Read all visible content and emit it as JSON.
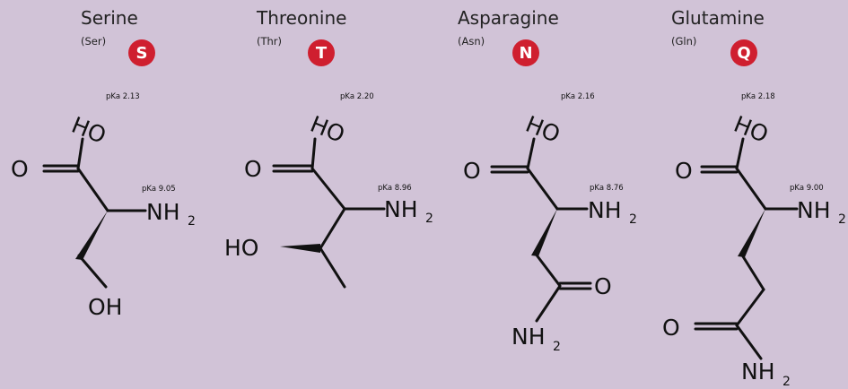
{
  "amino_acids": [
    {
      "name": "Serine",
      "abbreviation": "(Ser)",
      "letter": "S",
      "pka_carboxyl": "pKa 2.13",
      "pka_amino": "pKa 9.05",
      "side_chain_group": "OH"
    },
    {
      "name": "Threonine",
      "abbreviation": "(Thr)",
      "letter": "T",
      "pka_carboxyl": "pKa 2.20",
      "pka_amino": "pKa 8.96",
      "side_chain_group": "HO"
    },
    {
      "name": "Asparagine",
      "abbreviation": "(Asn)",
      "letter": "N",
      "pka_carboxyl": "pKa 2.16",
      "pka_amino": "pKa 8.76",
      "side_chain_group": "NH"
    },
    {
      "name": "Glutamine",
      "abbreviation": "(Gln)",
      "letter": "Q",
      "pka_carboxyl": "pKa 2.18",
      "pka_amino": "pKa 9.00",
      "side_chain_group": "NH"
    }
  ],
  "atoms": {
    "hydroxyl": "HO",
    "oxygen": "O",
    "amine": "NH",
    "subscript_2": "2"
  },
  "colors": {
    "background": "#d1c3d7",
    "badge": "#cf1f2f",
    "badge_text": "#ffffff",
    "bond": "#111111"
  }
}
